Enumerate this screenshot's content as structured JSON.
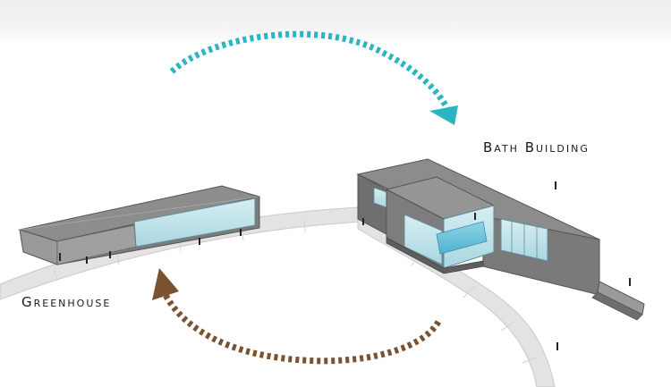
{
  "labels": {
    "bath_building": "Bath Building",
    "greenhouse": "Greenhouse"
  },
  "arrows": [
    {
      "from": "greenhouse",
      "to": "bath_building",
      "color": "#2ab5c2",
      "style": "dashed"
    },
    {
      "from": "bath_building",
      "to": "greenhouse",
      "color": "#7a5230",
      "style": "dashed"
    }
  ]
}
